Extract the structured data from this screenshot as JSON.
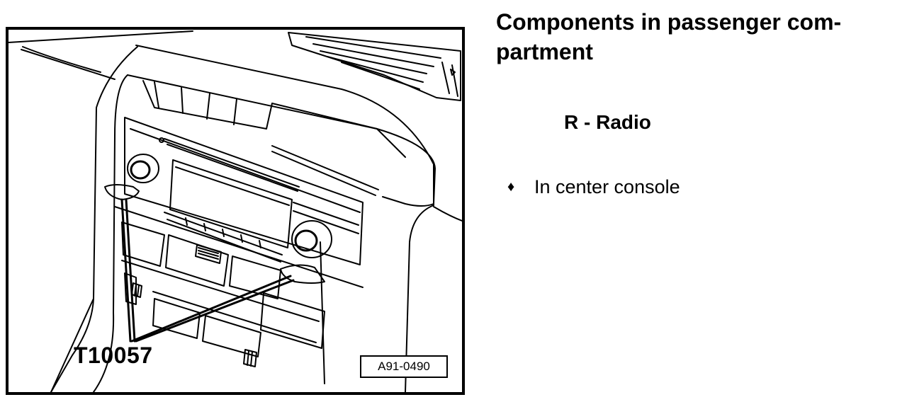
{
  "illustration": {
    "tool_callout": "T10057",
    "figure_id": "A91-0490",
    "depicts": [
      "radio",
      "center-console",
      "removal-tool"
    ]
  },
  "text_panel": {
    "heading": "Components in passenger com-partment",
    "item_title": "R - Radio",
    "bullet_icon": "diamond-bullet-icon",
    "bullet_text": "In center console"
  }
}
